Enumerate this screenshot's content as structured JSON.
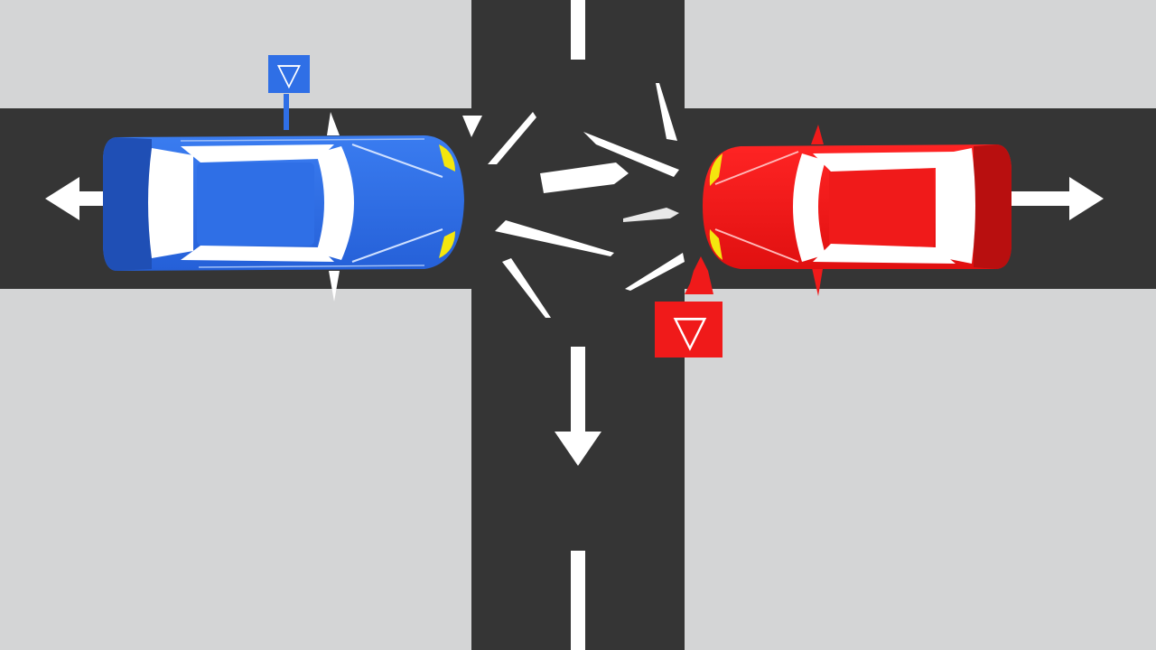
{
  "scene": {
    "description_free": true,
    "colors": {
      "ground": "#d4d5d6",
      "road": "#353535",
      "marking": "#ffffff",
      "blue_car": "#2f6fe6",
      "blue_car_dark": "#1f4fb5",
      "red_car": "#f01a1a",
      "red_car_dark": "#b80f0f",
      "headlight": "#f4e60e",
      "window": "#ffffff"
    },
    "vehicles": [
      {
        "name": "blue-car",
        "color": "blue",
        "facing": "right"
      },
      {
        "name": "red-car",
        "color": "red",
        "facing": "left"
      }
    ],
    "signs": [
      {
        "name": "blue-yield-sign",
        "icon": "yield-triangle-icon",
        "color": "blue",
        "glyph": "▽"
      },
      {
        "name": "red-yield-sign",
        "icon": "yield-triangle-icon",
        "color": "red",
        "glyph": "▽"
      }
    ],
    "arrows": [
      {
        "name": "west-direction-arrow",
        "icon": "arrow-left-icon"
      },
      {
        "name": "east-direction-arrow",
        "icon": "arrow-right-icon"
      },
      {
        "name": "south-direction-arrow",
        "icon": "arrow-down-icon"
      }
    ]
  }
}
